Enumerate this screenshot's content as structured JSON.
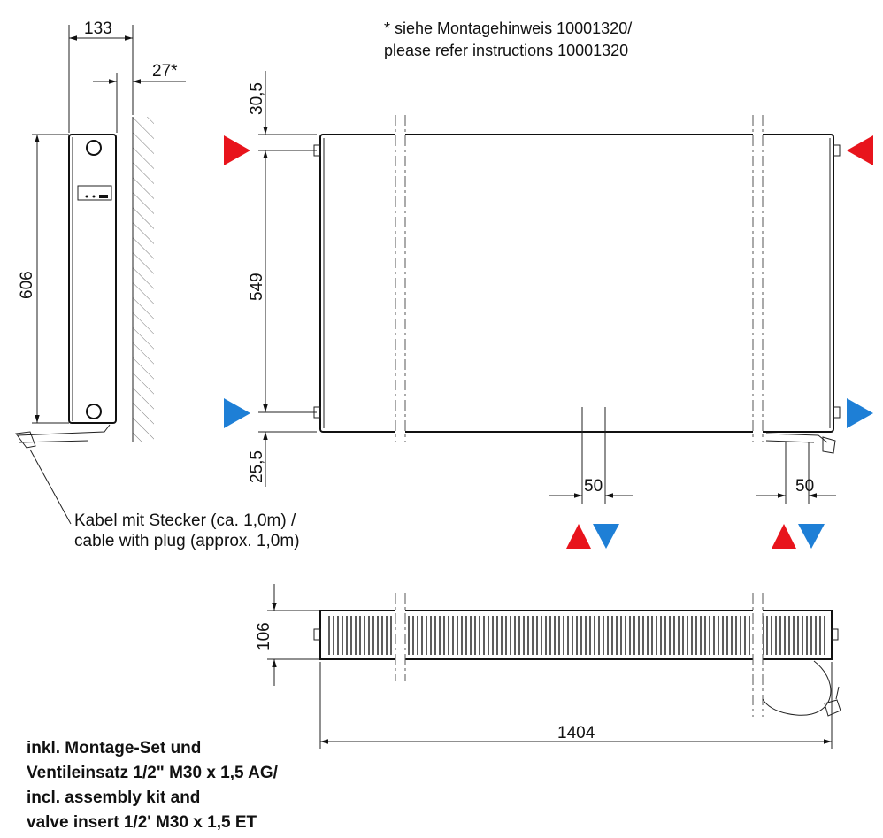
{
  "notes": {
    "top_line1": "* siehe Montagehinweis 10001320/",
    "top_line2": "please refer instructions 10001320",
    "cable_line1": "Kabel mit Stecker (ca. 1,0m) /",
    "cable_line2": "cable with plug (approx. 1,0m)",
    "bottom_line1": "inkl. Montage-Set und",
    "bottom_line2": "Ventileinsatz 1/2\" M30 x 1,5 AG/",
    "bottom_line3": "incl. assembly kit and",
    "bottom_line4": "valve insert 1/2' M30 x 1,5 ET"
  },
  "dimensions": {
    "depth": "133",
    "wall_gap": "27*",
    "height": "606",
    "top_offset": "30,5",
    "pipe_spacing": "549",
    "bottom_offset": "25,5",
    "bottom_conn_left": "50",
    "bottom_conn_right": "50",
    "top_view_depth": "106",
    "length": "1404"
  },
  "colors": {
    "supply": "#e8141c",
    "return": "#1e7fd6"
  }
}
